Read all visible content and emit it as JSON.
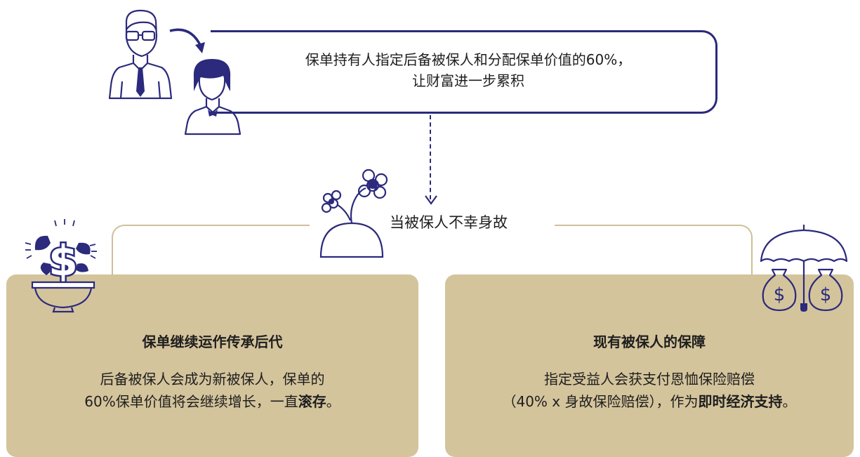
{
  "top": {
    "line1": "保单持有人指定后备被保人和分配保单价值的60%，",
    "line2": "让财富进一步累积"
  },
  "event": {
    "label": "当被保人不幸身故"
  },
  "left_panel": {
    "title": "保单继续运作传承后代",
    "body_line1": "后备被保人会成为新被保人，保单的",
    "body_line2_prefix": "60%保单价值将会继续增长，一直",
    "body_line2_bold": "滚存",
    "body_line2_suffix": "。"
  },
  "right_panel": {
    "title": "现有被保人的保障",
    "body_line1": "指定受益人会获支付恩恤保险赔偿",
    "body_line2_prefix": "（40% x 身故保险赔偿），作为",
    "body_line2_bold": "即时经济支持",
    "body_line2_suffix": "。"
  },
  "colors": {
    "navy": "#2b2a7c",
    "tan": "#d4c49c",
    "tan_line": "#cfc09a"
  },
  "icons": [
    "man-icon",
    "woman-icon",
    "curved-arrow-icon",
    "flower-icon",
    "money-plant-icon",
    "umbrella-money-icon"
  ]
}
